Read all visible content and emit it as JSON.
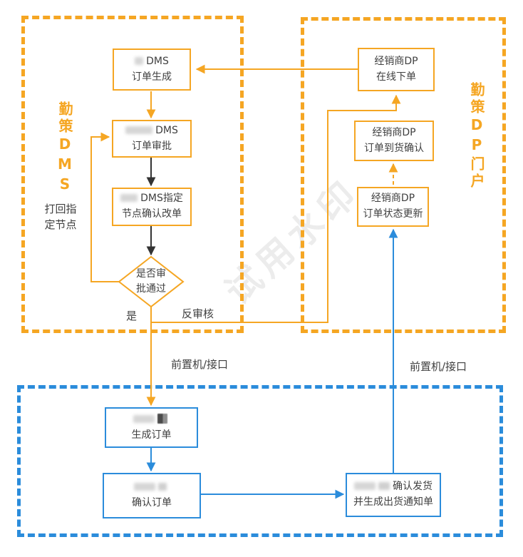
{
  "watermark": "试用水印",
  "colors": {
    "orange": "#F5A623",
    "blue": "#2B8CDB",
    "arrow_black": "#333333",
    "text": "#404040"
  },
  "groups": {
    "dms": {
      "label": "勤策DMS"
    },
    "dp": {
      "label": "勤策DP门户"
    }
  },
  "nodes": {
    "dms_gen": {
      "line1": "DMS",
      "line2": "订单生成",
      "redacted_prefix": true
    },
    "dms_approve": {
      "line1": "DMS",
      "line2": "订单审批",
      "redacted_prefix": true
    },
    "dms_modify": {
      "line1": "DMS指定",
      "line2": "节点确认改单",
      "redacted_prefix": true
    },
    "decision": {
      "line1": "是否审",
      "line2": "批通过"
    },
    "dp_online": {
      "line1": "经销商DP",
      "line2": "在线下单"
    },
    "dp_arrival": {
      "line1": "经销商DP",
      "line2": "订单到货确认"
    },
    "dp_status": {
      "line1": "经销商DP",
      "line2": "订单状态更新"
    },
    "gen_order": {
      "line2": "生成订单",
      "redacted_prefix": true
    },
    "confirm_order": {
      "line2": "确认订单",
      "redacted_prefix": true
    },
    "confirm_ship": {
      "line1": "确认发货",
      "line2": "并生成出货通知单",
      "redacted_prefix": true
    }
  },
  "labels": {
    "reject_line1": "打回指",
    "reject_line2": "定节点",
    "yes": "是",
    "reverse_audit": "反审核",
    "interface_left": "前置机/接口",
    "interface_right": "前置机/接口"
  }
}
